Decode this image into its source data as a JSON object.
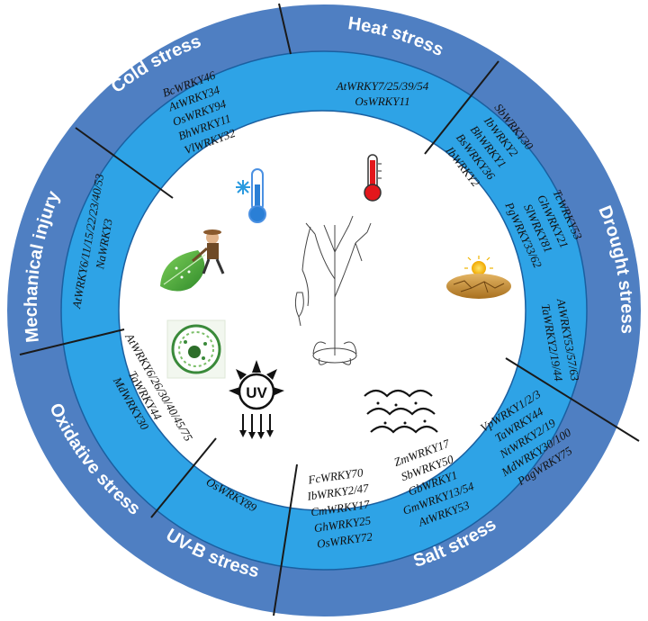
{
  "categories": [
    {
      "id": "heat",
      "name": "Heat stress",
      "genes": [
        "AtWRKY7/25/39/54",
        "OsWRKY11"
      ]
    },
    {
      "id": "drought",
      "name": "Drought stress",
      "genes": [
        "SbWRKY30",
        "IbWRKY2",
        "BhWRKY1",
        "BsWRKY36",
        "IbWRKY2",
        "TcWRKY53",
        "GhWRKY21",
        "SlWRKY81",
        "PgWRKY33/62",
        "AtWRKY53/57/63",
        "TaWRKY2/19/44"
      ]
    },
    {
      "id": "salt",
      "name": "Salt stress",
      "genes": [
        "FcWRKY70",
        "IbWRKY2/47",
        "CmWRKY17",
        "GhWRKY25",
        "OsWRKY72",
        "ZmWRKY17",
        "SbWRKY50",
        "GbWRKY1",
        "GmWRKY13/54",
        "AtWRKY53",
        "VpWRKY1/2/3",
        "TaWRKY44",
        "NtWRKY2/19",
        "MdWRKY30/100",
        "PagWRKY75"
      ]
    },
    {
      "id": "uvb",
      "name": "UV-B stress",
      "genes": [
        "OsWRKY89"
      ]
    },
    {
      "id": "oxidative",
      "name": "Oxidative stress",
      "genes": [
        "AtWRKY6/26/30/40/45/75",
        "TaWRKY44",
        "MdWRKY30"
      ]
    },
    {
      "id": "mechanical",
      "name": "Mechanical injury",
      "genes": [
        "AtWRKY6/11/15/22/23/40/53",
        "NaWRKY3"
      ]
    },
    {
      "id": "cold",
      "name": "Cold stress",
      "genes": [
        "BcWRKY46",
        "AtWRKY34",
        "OsWRKY94",
        "BhWRKY11",
        "VlWRKY32"
      ]
    }
  ],
  "icons": [
    "thermometer-cold-icon",
    "thermometer-hot-icon",
    "farmer-leaf-icon",
    "sun-dry-soil-icon",
    "cell-icon",
    "uv-sun-icon",
    "saline-water-icon",
    "arabidopsis-plant-illustration"
  ],
  "uv_label": "UV",
  "colors": {
    "outer_ring": "#4f7fc2",
    "inner_ring": "#2ea3e6",
    "divider": "#1a1a1a",
    "center": "#ffffff"
  }
}
